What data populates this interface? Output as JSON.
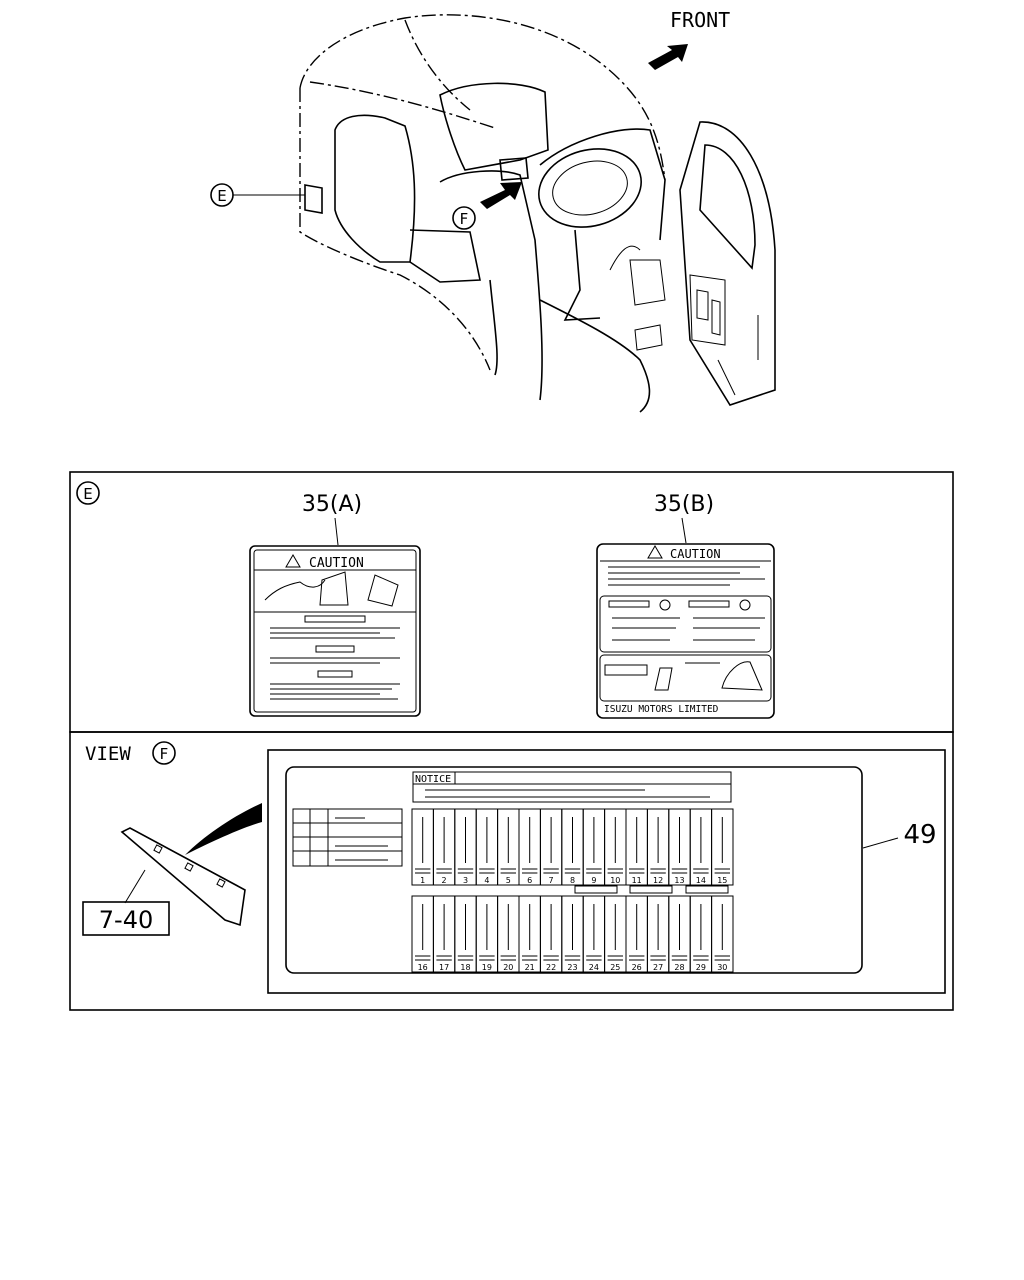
{
  "top_view": {
    "front_label": "FRONT",
    "callout_e": "E",
    "callout_f": "F"
  },
  "panel_e": {
    "callout": "E",
    "label_a": {
      "part_no": "35(A)",
      "header": "CAUTION"
    },
    "label_b": {
      "part_no": "35(B)",
      "header": "CAUTION",
      "footer": "ISUZU MOTORS LIMITED"
    }
  },
  "panel_f": {
    "view_label": "VIEW",
    "callout": "F",
    "ref_no": "7-40",
    "part_no": "49",
    "notice_title": "NOTICE",
    "fuse_numbers_top": [
      "1",
      "2",
      "3",
      "4",
      "5",
      "6",
      "7",
      "8",
      "9",
      "10",
      "11",
      "12",
      "13",
      "14",
      "15"
    ],
    "fuse_numbers_bottom": [
      "16",
      "17",
      "18",
      "19",
      "20",
      "21",
      "22",
      "23",
      "24",
      "25",
      "26",
      "27",
      "28",
      "29",
      "30"
    ]
  }
}
